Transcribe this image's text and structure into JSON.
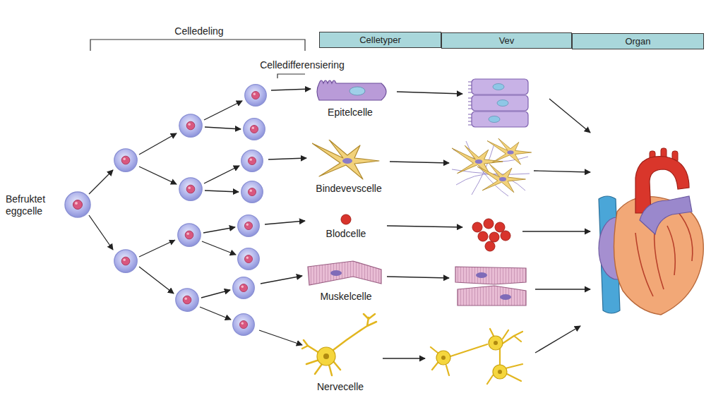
{
  "diagram": {
    "nodes": [
      {
        "text": [
          "Celletyper"
        ]
      },
      {
        "text": [
          "Vev"
        ]
      },
      {
        "text": [
          "Organ"
        ]
      },
      {
        "text": [
          "Befruktet eggcelle"
        ]
      },
      {
        "text": [
          "Epitelcelle"
        ]
      },
      {
        "text": [
          "Bindevevscelle"
        ]
      },
      {
        "text": [
          "Blodcelle"
        ]
      },
      {
        "text": [
          "Muskelcelle"
        ]
      },
      {
        "text": [
          "Nervecelle"
        ]
      }
    ],
    "labels": [
      "Celledeling",
      "Celledifferensiering"
    ]
  }
}
